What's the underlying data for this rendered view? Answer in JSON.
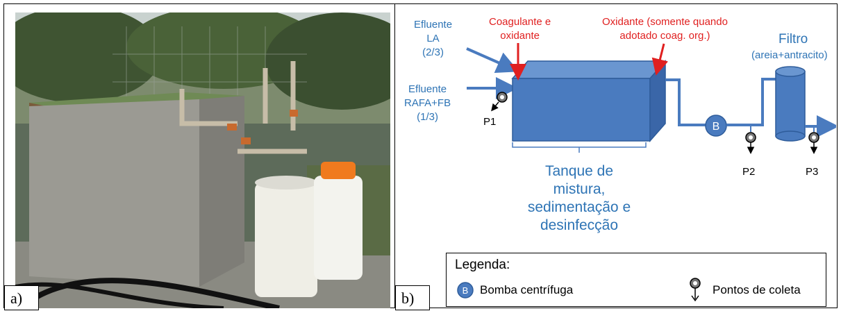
{
  "panel_a": {
    "label": "a)"
  },
  "panel_b": {
    "label": "b)",
    "inputs": {
      "efluente_la": [
        "Efluente",
        "LA",
        "(2/3)"
      ],
      "efluente_rafa": [
        "Efluente",
        "RAFA+FB",
        "(1/3)"
      ]
    },
    "dosing": {
      "coagulante": [
        "Coagulante e",
        "oxidante"
      ],
      "oxidante": [
        "Oxidante (somente quando",
        "adotado coag. org.)"
      ]
    },
    "filter": {
      "title": "Filtro",
      "subtitle": "(areia+antracito)"
    },
    "pump_letter": "B",
    "sample_points": [
      "P1",
      "P2",
      "P3"
    ],
    "tank_caption": [
      "Tanque de",
      "mistura,",
      "sedimentação e",
      "desinfecção"
    ],
    "legend": {
      "title": "Legenda:",
      "pump": "Bomba centrífuga",
      "sampling": "Pontos de coleta"
    },
    "colors": {
      "blue": "#4a7bbf",
      "blue_dark": "#2e5c9a",
      "text_blue": "#2e74b5",
      "red": "#e02020"
    }
  }
}
